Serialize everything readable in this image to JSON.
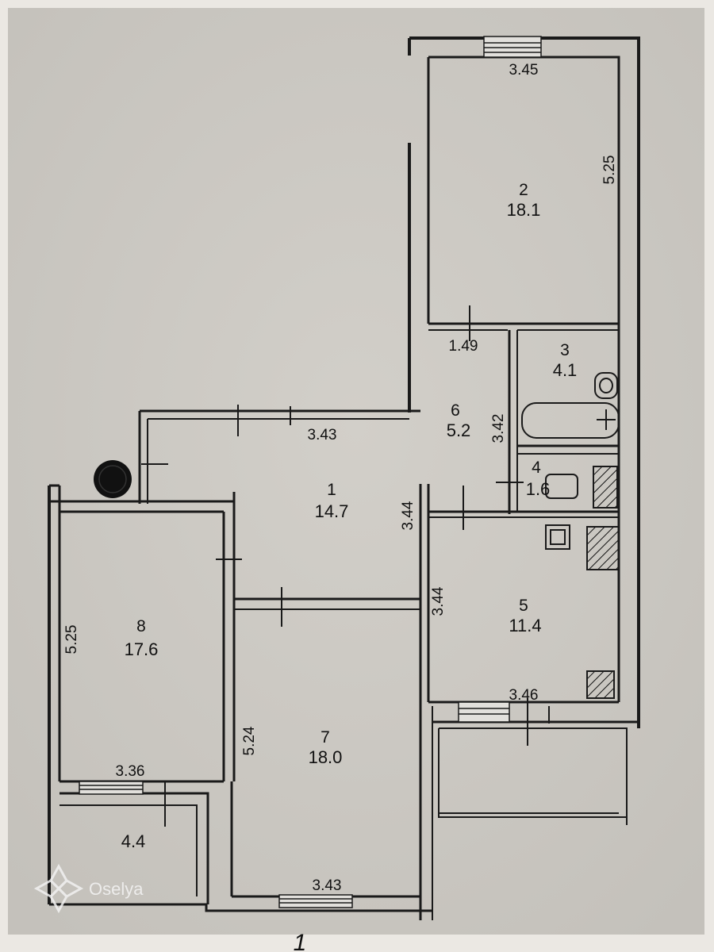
{
  "plan": {
    "rooms": [
      {
        "number": "1",
        "area": "14.7"
      },
      {
        "number": "2",
        "area": "18.1"
      },
      {
        "number": "3",
        "area": "4.1"
      },
      {
        "number": "4",
        "area": "1.6"
      },
      {
        "number": "5",
        "area": "11.4"
      },
      {
        "number": "6",
        "area": "5.2"
      },
      {
        "number": "7",
        "area": "18.0"
      },
      {
        "number": "8",
        "area": "17.6"
      }
    ],
    "balcony_area": "4.4",
    "dimensions": {
      "room2_top": "3.45",
      "room2_side": "5.25",
      "corridor_149": "1.49",
      "bath_342": "3.42",
      "hall_343": "3.43",
      "hall_344_upper": "3.44",
      "kitchen_344": "3.44",
      "kitchen_346": "3.46",
      "room8_side": "5.25",
      "room8_bottom": "3.36",
      "room7_side": "5.24",
      "room7_bottom": "3.43"
    },
    "bottom_mark": "1",
    "watermark": "Oselya"
  },
  "colors": {
    "paper": "#d9d6d0",
    "wall": "#1a1a1a",
    "ink": "#111111"
  }
}
